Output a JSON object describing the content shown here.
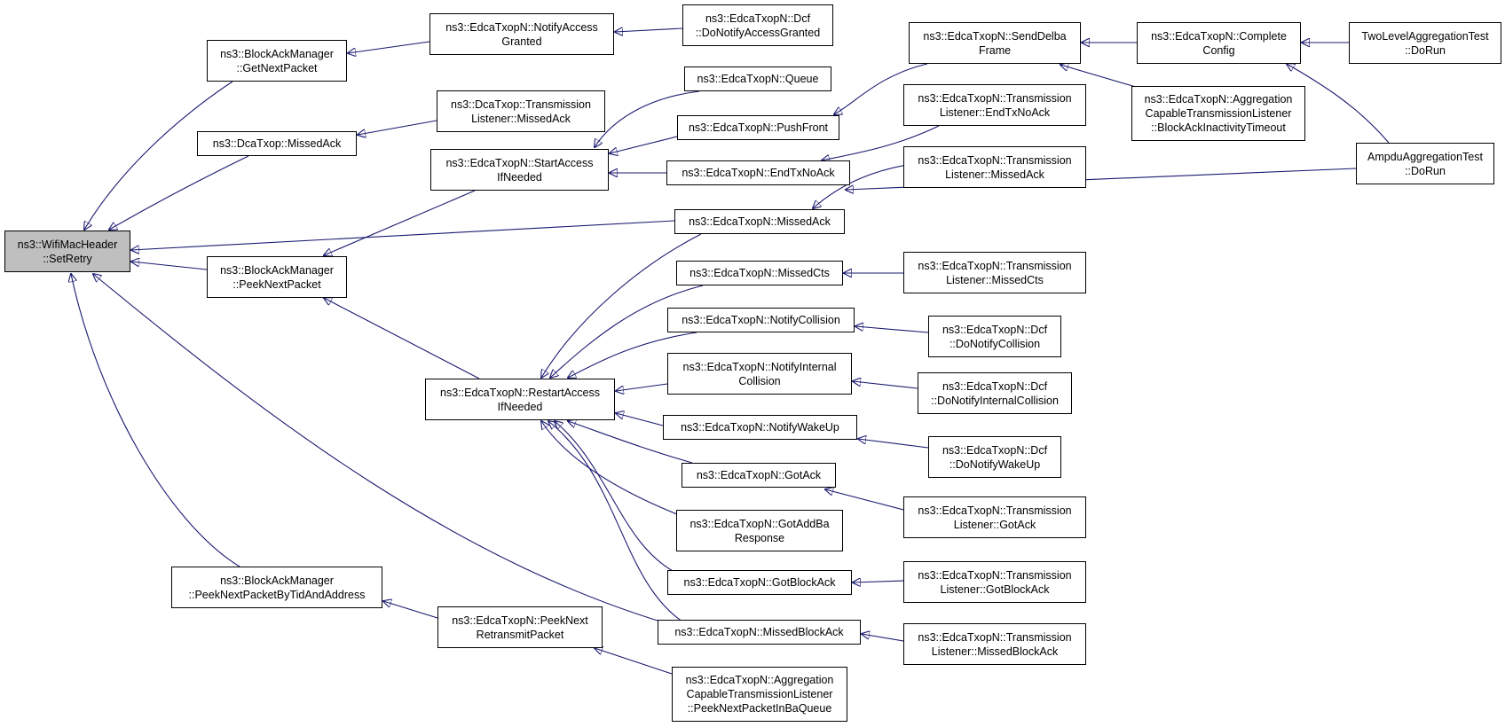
{
  "colors": {
    "edge": "#191970",
    "root_fill": "#bfbfbf",
    "node_fill": "#ffffff",
    "node_border": "#000000"
  },
  "nodes": {
    "setretry": [
      "ns3::WifiMacHeader",
      "::SetRetry"
    ],
    "bam_getnext": [
      "ns3::BlockAckManager",
      "::GetNextPacket"
    ],
    "notify_access": [
      "ns3::EdcaTxopN::NotifyAccess",
      "Granted"
    ],
    "dcf_access": [
      "ns3::EdcaTxopN::Dcf",
      "::DoNotifyAccessGranted"
    ],
    "dcatxop_missedack": [
      "ns3::DcaTxop::MissedAck"
    ],
    "dca_tl_missedack": [
      "ns3::DcaTxop::Transmission",
      "Listener::MissedAck"
    ],
    "queue": [
      "ns3::EdcaTxopN::Queue"
    ],
    "pushfront": [
      "ns3::EdcaTxopN::PushFront"
    ],
    "startaccess": [
      "ns3::EdcaTxopN::StartAccess",
      "IfNeeded"
    ],
    "endtxnoack": [
      "ns3::EdcaTxopN::EndTxNoAck"
    ],
    "senddelba": [
      "ns3::EdcaTxopN::SendDelba",
      "Frame"
    ],
    "tl_endtxnoack": [
      "ns3::EdcaTxopN::Transmission",
      "Listener::EndTxNoAck"
    ],
    "completeconfig": [
      "ns3::EdcaTxopN::Complete",
      "Config"
    ],
    "agg_blockackinact": [
      "ns3::EdcaTxopN::Aggregation",
      "CapableTransmissionListener",
      "::BlockAckInactivityTimeout"
    ],
    "twolevel": [
      "TwoLevelAggregationTest",
      "::DoRun"
    ],
    "ampdu": [
      "AmpduAggregationTest",
      "::DoRun"
    ],
    "tl_missedack": [
      "ns3::EdcaTxopN::Transmission",
      "Listener::MissedAck"
    ],
    "missedack": [
      "ns3::EdcaTxopN::MissedAck"
    ],
    "bam_peeknext": [
      "ns3::BlockAckManager",
      "::PeekNextPacket"
    ],
    "missedcts": [
      "ns3::EdcaTxopN::MissedCts"
    ],
    "tl_missedcts": [
      "ns3::EdcaTxopN::Transmission",
      "Listener::MissedCts"
    ],
    "notifycollision": [
      "ns3::EdcaTxopN::NotifyCollision"
    ],
    "dcf_collision": [
      "ns3::EdcaTxopN::Dcf",
      "::DoNotifyCollision"
    ],
    "notifyinternal": [
      "ns3::EdcaTxopN::NotifyInternal",
      "Collision"
    ],
    "dcf_internal": [
      "ns3::EdcaTxopN::Dcf",
      "::DoNotifyInternalCollision"
    ],
    "restartaccess": [
      "ns3::EdcaTxopN::RestartAccess",
      "IfNeeded"
    ],
    "notifywakeup": [
      "ns3::EdcaTxopN::NotifyWakeUp"
    ],
    "dcf_wakeup": [
      "ns3::EdcaTxopN::Dcf",
      "::DoNotifyWakeUp"
    ],
    "gotack": [
      "ns3::EdcaTxopN::GotAck"
    ],
    "tl_gotack": [
      "ns3::EdcaTxopN::Transmission",
      "Listener::GotAck"
    ],
    "gotaddba": [
      "ns3::EdcaTxopN::GotAddBa",
      "Response"
    ],
    "gotblockack": [
      "ns3::EdcaTxopN::GotBlockAck"
    ],
    "tl_gotblockack": [
      "ns3::EdcaTxopN::Transmission",
      "Listener::GotBlockAck"
    ],
    "bam_peekbytid": [
      "ns3::BlockAckManager",
      "::PeekNextPacketByTidAndAddress"
    ],
    "peeknextretx": [
      "ns3::EdcaTxopN::PeekNext",
      "RetransmitPacket"
    ],
    "missedblockack": [
      "ns3::EdcaTxopN::MissedBlockAck"
    ],
    "tl_missedblockack": [
      "ns3::EdcaTxopN::Transmission",
      "Listener::MissedBlockAck"
    ],
    "agg_peekinba": [
      "ns3::EdcaTxopN::Aggregation",
      "CapableTransmissionListener",
      "::PeekNextPacketInBaQueue"
    ]
  }
}
